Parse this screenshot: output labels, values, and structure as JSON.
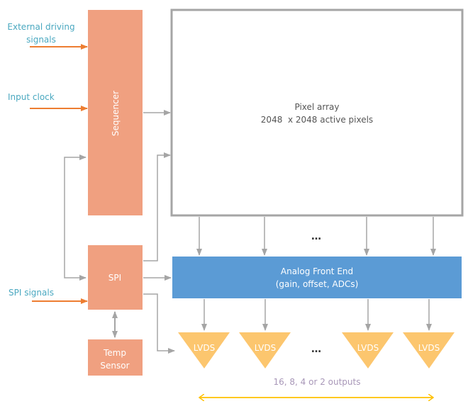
{
  "colors": {
    "block": "#f0a080",
    "afe": "#5b9bd5",
    "lvds": "#fcc66e",
    "input_arrow": "#ed7d31",
    "connector": "#a5a5a5",
    "span_arrow": "#ffc000",
    "input_label": "#4aa8c0"
  },
  "inputs": {
    "external_driving_line1": "External driving",
    "external_driving_line2": "signals",
    "input_clock": "Input clock",
    "spi_signals": "SPI signals"
  },
  "blocks": {
    "sequencer": "Sequencer",
    "spi": "SPI",
    "temp_sensor_line1": "Temp",
    "temp_sensor_line2": "Sensor",
    "pixel_array_title": "Pixel array",
    "pixel_array_subtitle": "2048  x 2048 active pixels",
    "afe_title": "Analog Front End",
    "afe_subtitle": "(gain, offset, ADCs)"
  },
  "lvds": [
    "LVDS",
    "LVDS",
    "LVDS",
    "LVDS"
  ],
  "ellipsis": "…",
  "outputs_label": "16, 8, 4 or 2 outputs"
}
